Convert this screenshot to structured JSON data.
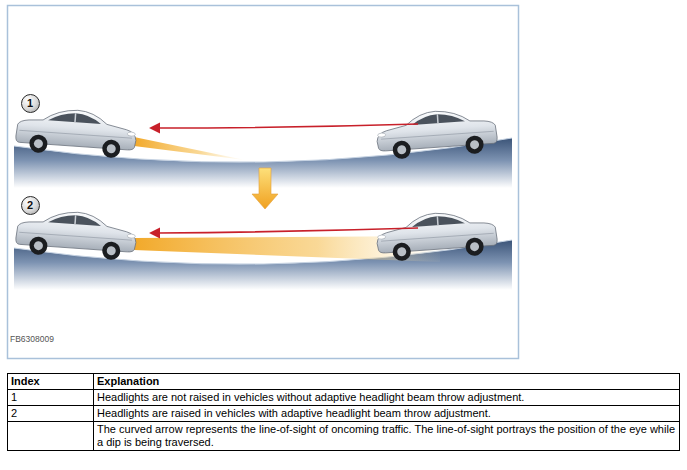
{
  "diagram": {
    "nodes": [
      {
        "text": [
          "1"
        ]
      },
      {
        "text": [
          "2"
        ]
      }
    ],
    "labels": [
      "FB6308009",
      "Index",
      "Explanation",
      "1",
      "Headlights are not raised in vehicles without adaptive headlight beam throw adjustment.",
      "2",
      "Headlights are raised in vehicles with adaptive headlight beam throw adjustment.",
      "The curved arrow represents the line-of-sight of oncoming traffic. The line-of-sight portrays the position of the eye while a dip is being traversed."
    ]
  }
}
